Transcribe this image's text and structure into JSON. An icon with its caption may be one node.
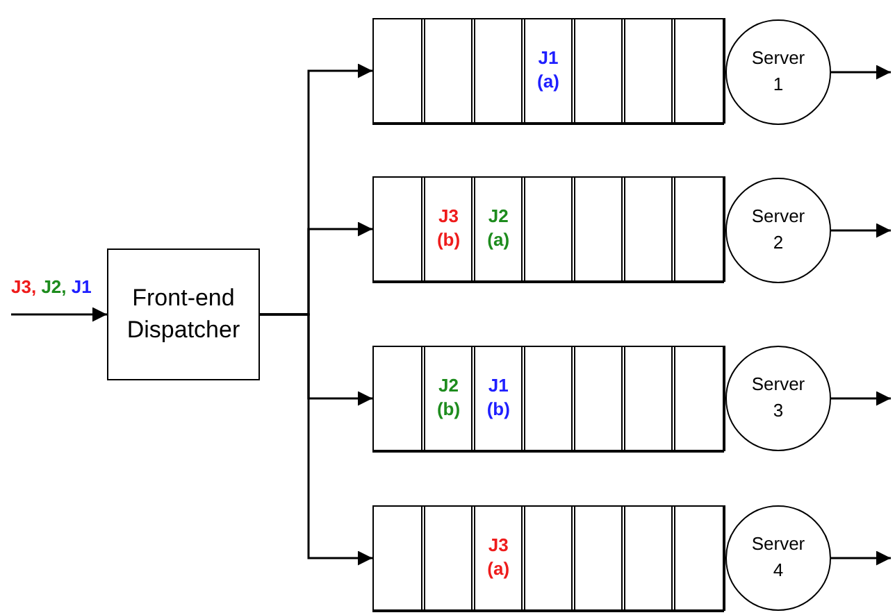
{
  "diagram": {
    "nodes": [
      {
        "text": [
          "Front-end Dispatcher"
        ]
      },
      {
        "text": [],
        "shape": "box"
      },
      {
        "text": [],
        "shape": "box",
        "in": 1
      },
      {
        "text": [],
        "shape": "box",
        "in": 1
      },
      {
        "text": [],
        "shape": "box",
        "in": 1
      },
      {
        "text": [
          "J1 (a)"
        ],
        "in": 1
      },
      {
        "text": [],
        "shape": "box",
        "in": 1
      },
      {
        "text": [],
        "shape": "box",
        "in": 1
      },
      {
        "text": [],
        "shape": "box",
        "in": 1
      },
      {
        "text": [
          "Server 1"
        ]
      },
      {
        "text": [],
        "shape": "box"
      },
      {
        "text": [],
        "shape": "box",
        "in": 10
      },
      {
        "text": [
          "J3 (b)"
        ],
        "in": 10
      },
      {
        "text": [
          "J2 (a)"
        ],
        "in": 10
      },
      {
        "text": [],
        "shape": "box",
        "in": 10
      },
      {
        "text": [],
        "shape": "box",
        "in": 10
      },
      {
        "text": [],
        "shape": "box",
        "in": 10
      },
      {
        "text": [],
        "shape": "box",
        "in": 10
      },
      {
        "text": [
          "Server 2"
        ]
      },
      {
        "text": [],
        "shape": "box"
      },
      {
        "text": [],
        "shape": "box",
        "in": 19
      },
      {
        "text": [
          "J2 (b)"
        ],
        "in": 19
      },
      {
        "text": [
          "J1 (b)"
        ],
        "in": 19
      },
      {
        "text": [],
        "shape": "box",
        "in": 19
      },
      {
        "text": [],
        "shape": "box",
        "in": 19
      },
      {
        "text": [],
        "shape": "box",
        "in": 19
      },
      {
        "text": [],
        "shape": "box",
        "in": 19
      },
      {
        "text": [
          "Server 3"
        ]
      },
      {
        "text": [],
        "shape": "box"
      },
      {
        "text": [],
        "shape": "box",
        "in": 28
      },
      {
        "text": [],
        "shape": "box",
        "in": 28
      },
      {
        "text": [
          "J3 (a)"
        ],
        "in": 28
      },
      {
        "text": [],
        "shape": "box",
        "in": 28
      },
      {
        "text": [],
        "shape": "box",
        "in": 28
      },
      {
        "text": [],
        "shape": "box",
        "in": 28
      },
      {
        "text": [],
        "shape": "box",
        "in": 28
      },
      {
        "text": [
          "Server 4"
        ]
      }
    ],
    "edges": [
      {
        "from": null,
        "to": 0,
        "arrow": "to",
        "label": "J3, J2, J1"
      },
      {
        "from": 0,
        "to": 1,
        "arrow": "to"
      },
      {
        "from": 0,
        "to": 10,
        "arrow": "to"
      },
      {
        "from": 0,
        "to": 19,
        "arrow": "to"
      },
      {
        "from": 0,
        "to": 28,
        "arrow": "to"
      },
      {
        "from": 9,
        "to": null,
        "arrow": "to"
      },
      {
        "from": 18,
        "to": null,
        "arrow": "to"
      },
      {
        "from": 27,
        "to": null,
        "arrow": "to"
      },
      {
        "from": 36,
        "to": null,
        "arrow": "to"
      }
    ]
  }
}
